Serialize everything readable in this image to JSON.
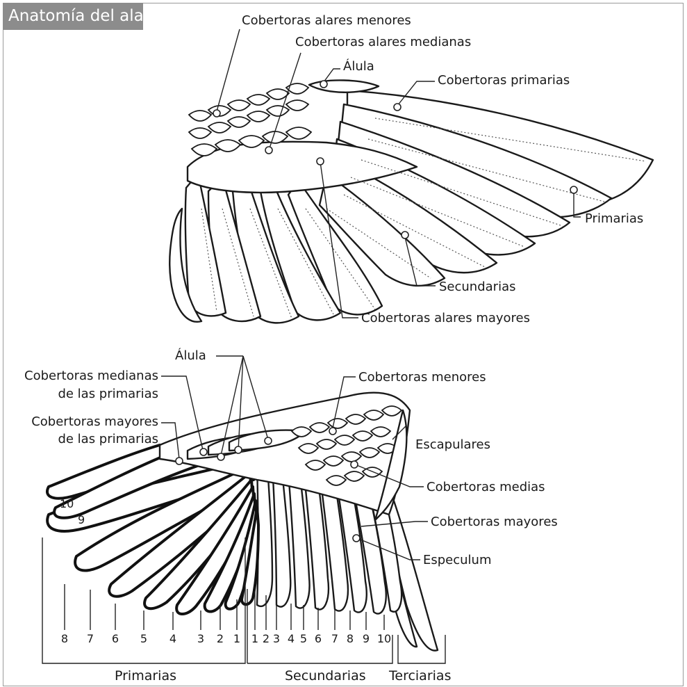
{
  "title": "Anatomía del ala",
  "upper": {
    "lesser_coverts": "Cobertoras alares menores",
    "median_coverts": "Cobertoras alares medianas",
    "alula": "Álula",
    "primary_coverts": "Cobertoras primarias",
    "primaries": "Primarias",
    "secondaries": "Secundarias",
    "greater_coverts": "Cobertoras alares mayores"
  },
  "lower": {
    "alula": "Álula",
    "median_primary_coverts_1": "Cobertoras medianas",
    "median_primary_coverts_2": "de las primarias",
    "greater_primary_coverts_1": "Cobertoras mayores",
    "greater_primary_coverts_2": "de las primarias",
    "lesser_coverts": "Cobertoras menores",
    "scapulars": "Escapulares",
    "median_coverts": "Cobertoras medias",
    "greater_coverts": "Cobertoras mayores",
    "speculum": "Especulum",
    "primary_numbers": [
      "8",
      "7",
      "6",
      "5",
      "4",
      "3",
      "2",
      "1"
    ],
    "primary_tip_numbers": [
      "10",
      "9"
    ],
    "secondary_numbers": [
      "1",
      "2",
      "3",
      "4",
      "5",
      "6",
      "7",
      "8",
      "9",
      "10"
    ],
    "group_primaries": "Primarias",
    "group_secondaries": "Secundarias",
    "group_tertiaries": "Terciarias"
  }
}
